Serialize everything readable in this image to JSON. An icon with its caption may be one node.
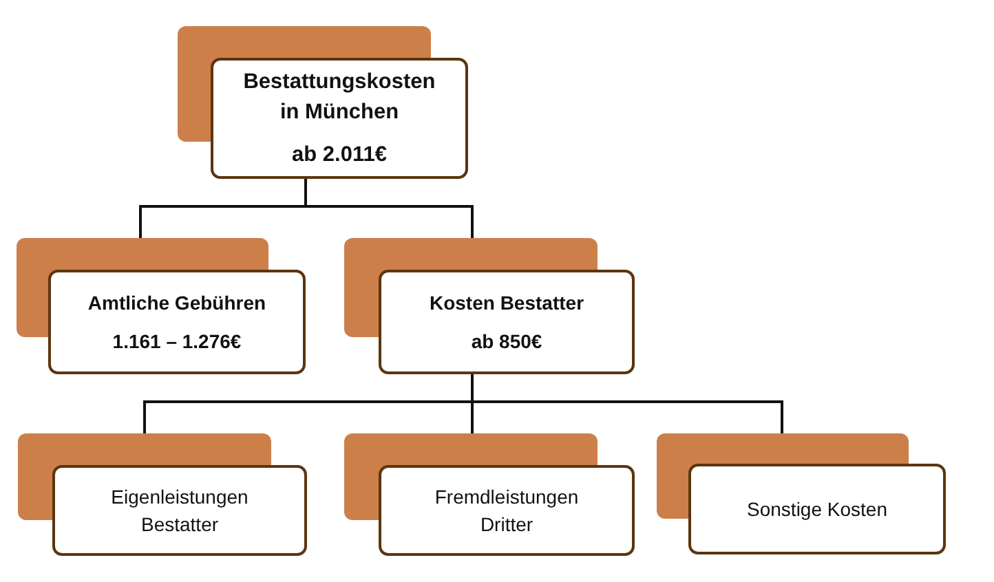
{
  "diagram": {
    "nodes": [
      {
        "text": [
          "Bestattungskosten in München",
          "ab 2.011€"
        ]
      },
      {
        "text": [
          "Amtliche Gebühren",
          "1.161 – 1.276€"
        ]
      },
      {
        "text": [
          "Kosten Bestatter",
          "ab 850€"
        ]
      },
      {
        "text": [
          "Eigenleistungen Bestatter"
        ]
      },
      {
        "text": [
          "Fremdleistungen Dritter"
        ]
      },
      {
        "text": [
          "Sonstige Kosten"
        ]
      }
    ],
    "edges": [
      {
        "from": 0,
        "to": 1,
        "arrow": "none"
      },
      {
        "from": 0,
        "to": 2,
        "arrow": "none"
      },
      {
        "from": 2,
        "to": 3,
        "arrow": "none"
      },
      {
        "from": 2,
        "to": 4,
        "arrow": "none"
      },
      {
        "from": 2,
        "to": 5,
        "arrow": "none"
      }
    ]
  }
}
